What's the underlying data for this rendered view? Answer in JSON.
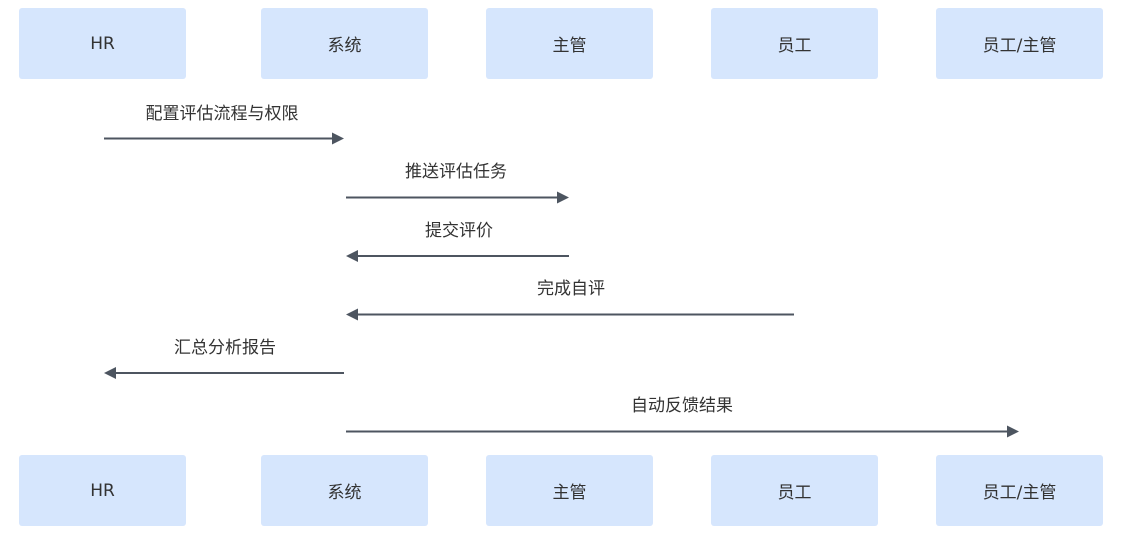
{
  "actors": [
    {
      "label": "HR"
    },
    {
      "label": "系统"
    },
    {
      "label": "主管"
    },
    {
      "label": "员工"
    },
    {
      "label": "员工/主管"
    }
  ],
  "messages": [
    {
      "label": "配置评估流程与权限",
      "from": 0,
      "to": 1
    },
    {
      "label": "推送评估任务",
      "from": 1,
      "to": 2
    },
    {
      "label": "提交评价",
      "from": 2,
      "to": 1
    },
    {
      "label": "完成自评",
      "from": 3,
      "to": 1
    },
    {
      "label": "汇总分析报告",
      "from": 1,
      "to": 0
    },
    {
      "label": "自动反馈结果",
      "from": 1,
      "to": 4
    }
  ],
  "colors": {
    "actor_fill": "#d6e6fd",
    "arrow": "#4d5560",
    "text": "#333333"
  }
}
